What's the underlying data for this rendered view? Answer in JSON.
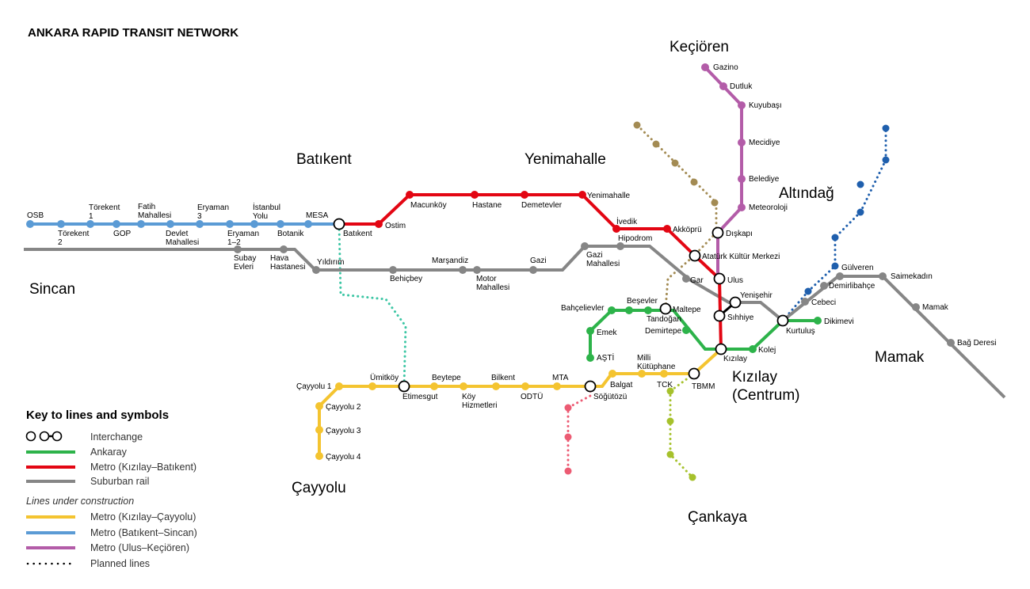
{
  "title": "ANKARA RAPID TRANSIT NETWORK",
  "colors": {
    "ankaray": "#2db34a",
    "metro_red": "#e30613",
    "suburban": "#868686",
    "metro_yellow": "#f4c430",
    "metro_blue": "#5b9bd5",
    "metro_purple": "#b35ca8",
    "planned_teal": "#3cc6a4",
    "planned_brown": "#a38b53",
    "planned_darkblue": "#1f5fad",
    "planned_pink": "#ec5b73",
    "planned_lime": "#a6c12c"
  },
  "districts": {
    "kecioren": "Keçiören",
    "batikent": "Batıkent",
    "yenimahalle": "Yenimahalle",
    "altindag": "Altındağ",
    "sincan": "Sincan",
    "mamak": "Mamak",
    "kizilay_1": "Kızılay",
    "kizilay_2": "(Centrum)",
    "cayyolu": "Çayyolu",
    "cankaya": "Çankaya"
  },
  "stations": {
    "osb": "OSB",
    "torekent1_a": "Törekent",
    "torekent1_b": "1",
    "torekent2_a": "Törekent",
    "torekent2_b": "2",
    "gop": "GOP",
    "fatih_a": "Fatih",
    "fatih_b": "Mahallesi",
    "devlet_a": "Devlet",
    "devlet_b": "Mahallesi",
    "eryaman3_a": "Eryaman",
    "eryaman3_b": "3",
    "eryaman12_a": "Eryaman",
    "eryaman12_b": "1–2",
    "istanbul_a": "İstanbul",
    "istanbul_b": "Yolu",
    "botanik": "Botanik",
    "mesa": "MESA",
    "batikent": "Batıkent",
    "ostim": "Ostim",
    "macunkoy": "Macunköy",
    "hastane": "Hastane",
    "demetevler": "Demetevler",
    "yenimahalle": "Yenimahalle",
    "ivedik": "İvedik",
    "akkopru": "Akköprü",
    "akm": "Atatürk Kültür Merkezi",
    "ulus": "Ulus",
    "sihhiye": "Sıhhiye",
    "kizilay": "Kızılay",
    "diskapi": "Dışkapı",
    "meteoroloji": "Meteoroloji",
    "belediye": "Belediye",
    "mecidiye": "Mecidiye",
    "kuyubasi": "Kuyubaşı",
    "dutluk": "Dutluk",
    "gazino": "Gazino",
    "subay_a": "Subay",
    "subay_b": "Evleri",
    "hava_a": "Hava",
    "hava_b": "Hastanesi",
    "yildirim": "Yıldırım",
    "behicbey": "Behiçbey",
    "marsandiz": "Marşandiz",
    "motor_a": "Motor",
    "motor_b": "Mahallesi",
    "gazi": "Gazi",
    "gazimah_a": "Gazi",
    "gazimah_b": "Mahallesi",
    "hipodrom": "Hipodrom",
    "gar": "Gar",
    "yenisehir": "Yenişehir",
    "kurtulus": "Kurtuluş",
    "cebeci": "Cebeci",
    "demirlibahce": "Demirlibahçe",
    "gulveren": "Gülveren",
    "saimekadin": "Saimekadın",
    "mamak": "Mamak",
    "bagderesi": "Bağ Deresi",
    "dikimevi": "Dikimevi",
    "kolej": "Kolej",
    "demirtepe": "Demirtepe",
    "maltepe": "Maltepe",
    "tandogan": "Tandoğan",
    "besevler": "Beşevler",
    "bahcelievler": "Bahçelievler",
    "emek": "Emek",
    "asti": "AŞTİ",
    "sogutozu": "Söğütözü",
    "mta": "MTA",
    "odtu": "ODTÜ",
    "bilkent": "Bilkent",
    "koy_a": "Köy",
    "koy_b": "Hizmetleri",
    "beytepe": "Beytepe",
    "etimesgut": "Etimesgut",
    "umitkoy": "Ümitköy",
    "cayyolu1": "Çayyolu 1",
    "cayyolu2": "Çayyolu 2",
    "cayyolu3": "Çayyolu 3",
    "cayyolu4": "Çayyolu 4",
    "balgat": "Balgat",
    "milli_a": "Milli",
    "milli_b": "Kütüphane",
    "tck": "TCK",
    "tbmm": "TBMM"
  },
  "legend": {
    "title": "Key to lines and symbols",
    "interchange": "Interchange",
    "ankaray": "Ankaray",
    "metro_red": "Metro (Kızılay–Batıkent)",
    "suburban": "Suburban rail",
    "construction": "Lines under construction",
    "metro_yellow": "Metro (Kızılay–Çayyolu)",
    "metro_blue": "Metro (Batıkent–Sincan)",
    "metro_purple": "Metro (Ulus–Keçiören)",
    "planned": "Planned lines"
  }
}
